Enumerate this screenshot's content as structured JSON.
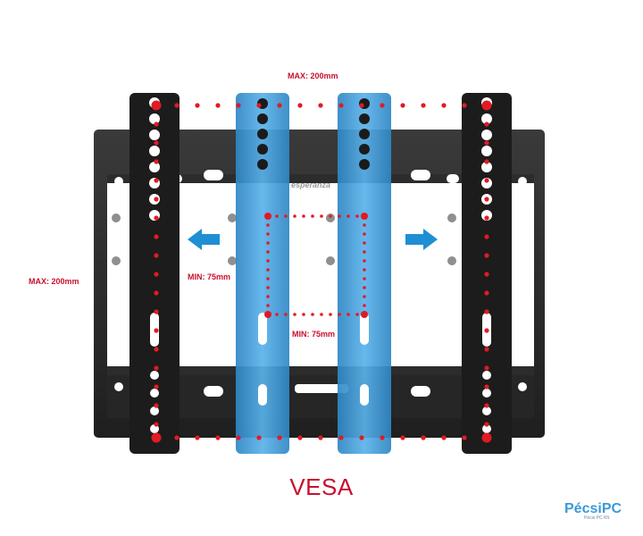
{
  "labels": {
    "max_horizontal": "MAX: 200mm",
    "max_vertical": "MAX: 200mm",
    "min_vertical": "MIN: 75mm",
    "min_horizontal": "MIN: 75mm"
  },
  "title": "VESA",
  "plate_brand": "esperanza",
  "brand": {
    "name": "PécsiPC",
    "tagline": "Pécsi PC Kft."
  },
  "colors": {
    "frame": "#2a2a2a",
    "rail_blue": "#3f9ad6",
    "dot_red": "#e21a23",
    "arrow_blue": "#1f8fd3",
    "title_red": "#c8102e"
  }
}
